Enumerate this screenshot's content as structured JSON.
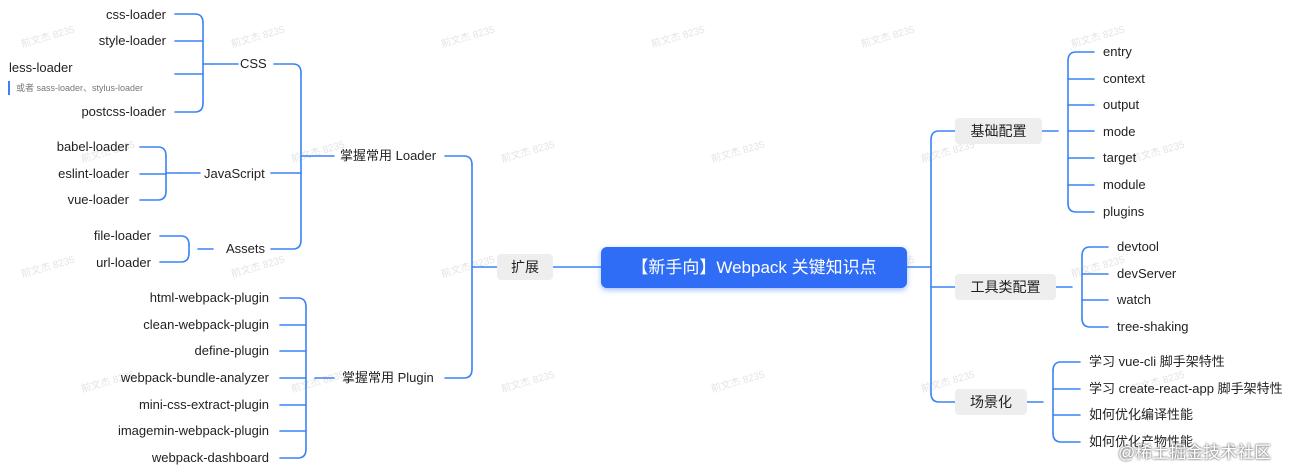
{
  "root": "【新手向】Webpack 关键知识点",
  "left": {
    "ext": "扩展",
    "loader": "掌握常用 Loader",
    "plugin": "掌握常用 Plugin",
    "css": "CSS",
    "javascript": "JavaScript",
    "assets": "Assets",
    "css_items": [
      "css-loader",
      "style-loader",
      "less-loader",
      "postcss-loader"
    ],
    "less_note": "或者 sass-loader、stylus-loader",
    "js_items": [
      "babel-loader",
      "eslint-loader",
      "vue-loader"
    ],
    "asset_items": [
      "file-loader",
      "url-loader"
    ],
    "plugin_items": [
      "html-webpack-plugin",
      "clean-webpack-plugin",
      "define-plugin",
      "webpack-bundle-analyzer",
      "mini-css-extract-plugin",
      "imagemin-webpack-plugin",
      "webpack-dashboard"
    ]
  },
  "right": {
    "basic": "基础配置",
    "tools": "工具类配置",
    "scene": "场景化",
    "basic_items": [
      "entry",
      "context",
      "output",
      "mode",
      "target",
      "module",
      "plugins"
    ],
    "tool_items": [
      "devtool",
      "devServer",
      "watch",
      "tree-shaking"
    ],
    "scene_items": [
      "学习 vue-cli 脚手架特性",
      "学习 create-react-app 脚手架特性",
      "如何优化编译性能",
      "如何优化产物性能"
    ]
  },
  "watermark": "前文杰 8235",
  "credit": "@稀土掘金技术社区",
  "colors": {
    "edge": "#3b82f6",
    "root_bg": "#2f6df6",
    "box_bg": "#eeeeee"
  }
}
